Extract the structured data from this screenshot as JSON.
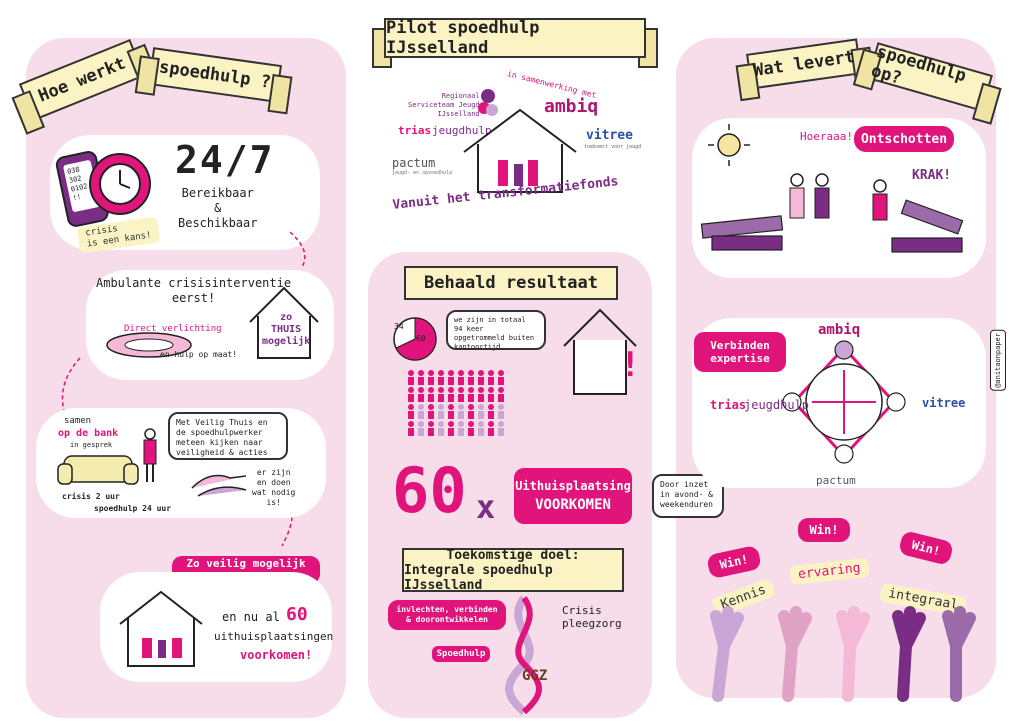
{
  "left": {
    "title_left": "Hoe werkt",
    "title_right": "spoedhulp ?",
    "phone_text": "038\n302\n0102\n!!",
    "crisis_tag": "crisis\nis een kans!",
    "h247": "24/7",
    "bereikbaar": "Bereikbaar\n&\nBeschikbaar",
    "ambulant": "Ambulante crisisinterventie\neerst!",
    "direct": "Direct verlichting",
    "hulp_op_maat": "en hulp op maat!",
    "zo_thuis": "zo\nTHUIS\nmogelijk",
    "samen": "samen",
    "op_de_bank": "op de bank",
    "in_gesprek": "in gesprek",
    "veilig_speech": "Met Veilig Thuis en de spoedhulpwerker meteen kijken naar veiligheid & acties",
    "crisis_2uur": "crisis 2 uur",
    "spoedhulp_24": "spoedhulp 24 uur",
    "er_zijn": "er zijn\nen doen\nwat nodig\nis!",
    "zo_veilig": "Zo veilig mogelijk verder",
    "en_nu_al": "en nu al",
    "num60": "60",
    "uithuis": "uithuisplaatsingen",
    "voorkomen": "voorkomen!"
  },
  "middle": {
    "title": "Pilot spoedhulp IJsselland",
    "samenwerking": "in samenwerking met",
    "rsj": "Regionaal\nServiceteam Jeugd\nIJsselland",
    "ambiq": "ambiq",
    "trias": "trias",
    "jeugdhulp": "jeugdhulp",
    "vitree": "vitree",
    "vitree_sub": "toekomst voor jeugd",
    "pactum": "pactum",
    "pactum_sub": "jeugd- en opvoedhulp",
    "vanuit": "Vanuit het transformatiefonds",
    "behaald": "Behaald resultaat",
    "pie_a": "34",
    "pie_b": "60",
    "pie_speech": "we zijn in totaal 94 keer opgetrommeld buiten kantoortijd",
    "big60": "60",
    "times": "x",
    "uithuisplaatsing": "Uithuisplaatsing",
    "voorkomen_caps": "VOORKOMEN",
    "door_inzet": "Door inzet in avond- & weekenduren",
    "toekomst1": "Toekomstige doel:",
    "toekomst2": "Integrale spoedhulp IJsselland",
    "invlechten": "invlechten, verbinden & doorontwikkelen",
    "crisis_pleeg": "Crisis\npleegzorg",
    "spoedhulp": "Spoedhulp",
    "ggz": "GGZ"
  },
  "right": {
    "title_left": "Wat levert",
    "title_right": "spoedhulp op?",
    "hoeraaa": "Hoeraaa!",
    "ontschotten": "Ontschotten",
    "krak": "KRAK!",
    "ambiq": "ambiq",
    "verbinden": "Verbinden\nexpertise",
    "trias": "trias",
    "jeugdhulp": "jeugdhulp",
    "vitree": "vitree",
    "pactum": "pactum",
    "win1": "Win!",
    "win2": "Win!",
    "win3": "Win!",
    "kennis": "Kennis",
    "ervaring": "ervaring",
    "integraal": "integraal"
  },
  "credit": "@anitaonpaper",
  "colors": {
    "panel": "#f7dcea",
    "magenta": "#e0147a",
    "purple": "#7b2d86",
    "ribbon": "#fbf3c4",
    "lavender": "#c9a6d6"
  }
}
